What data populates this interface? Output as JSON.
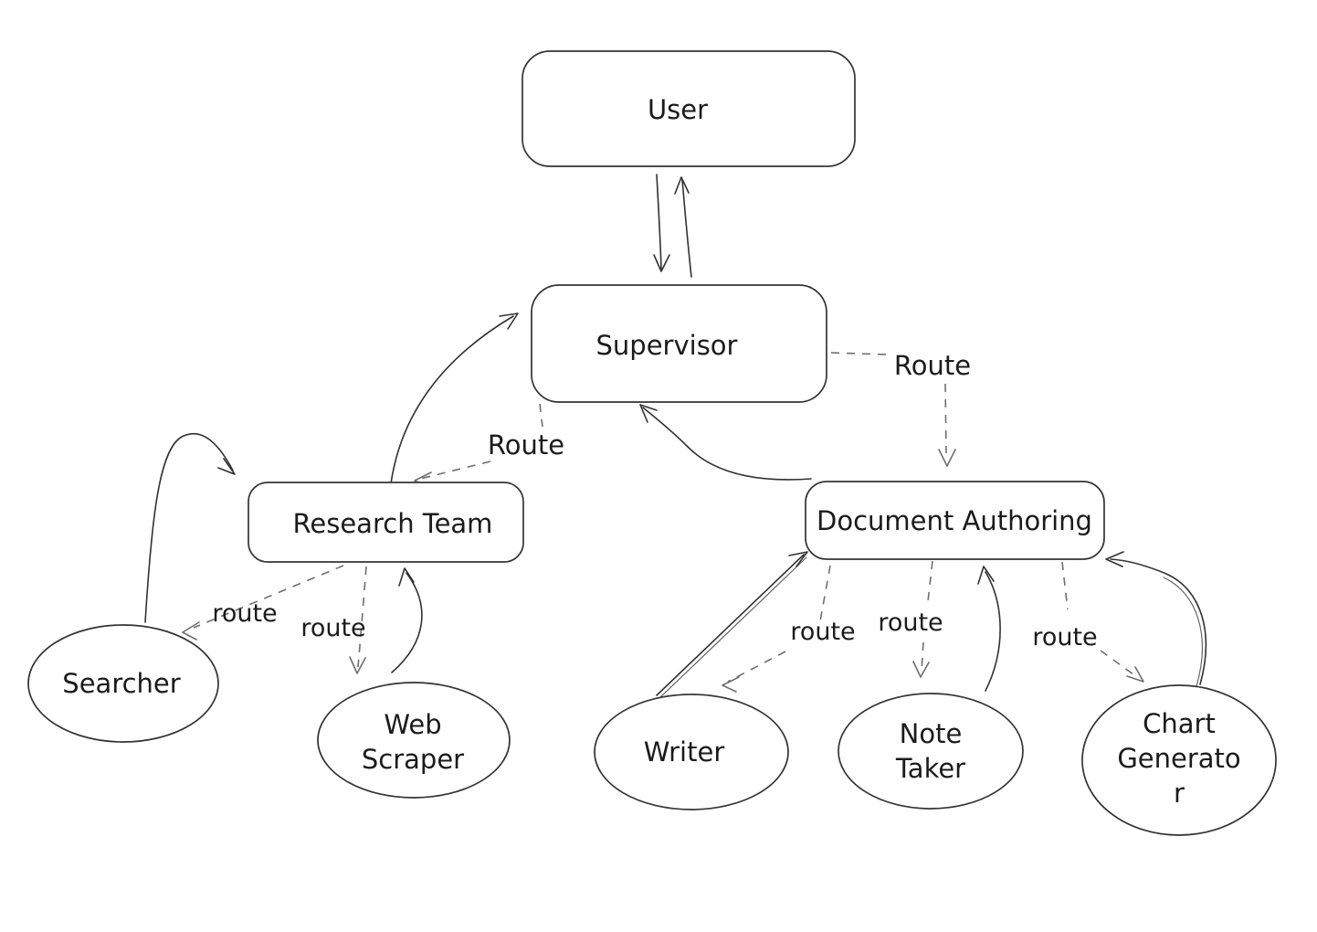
{
  "diagram": {
    "type": "flowchart",
    "style": "hand-drawn whiteboard sketch",
    "background": "#ffffff",
    "stroke_color": "#343434",
    "dashed_color": "#6e6e6e",
    "text_color": "#1b1b1b"
  },
  "nodes": {
    "user": {
      "label": "User",
      "shape": "rounded-rectangle"
    },
    "supervisor": {
      "label": "Supervisor",
      "shape": "rounded-rectangle"
    },
    "research_team": {
      "label": "Research Team",
      "shape": "rounded-rectangle"
    },
    "document_authoring": {
      "label": "Document Authoring",
      "shape": "rounded-rectangle"
    },
    "searcher": {
      "label": "Searcher",
      "shape": "ellipse"
    },
    "web_scraper": {
      "label": "Web Scraper",
      "lines": [
        "Web",
        "Scraper"
      ],
      "shape": "ellipse"
    },
    "writer": {
      "label": "Writer",
      "shape": "ellipse"
    },
    "note_taker": {
      "label": "Note Taker",
      "lines": [
        "Note",
        "Taker"
      ],
      "shape": "ellipse"
    },
    "chart_generator": {
      "label": "Chart Generator",
      "lines": [
        "Chart",
        "Generato",
        "r"
      ],
      "shape": "ellipse"
    }
  },
  "edges": [
    {
      "from": "User",
      "to": "Supervisor",
      "style": "solid",
      "label": ""
    },
    {
      "from": "Supervisor",
      "to": "User",
      "style": "solid",
      "label": ""
    },
    {
      "from": "Research Team",
      "to": "Supervisor",
      "style": "solid",
      "label": ""
    },
    {
      "from": "Supervisor",
      "to": "Research Team",
      "style": "dashed",
      "label": "Route"
    },
    {
      "from": "Supervisor",
      "to": "Document Authoring",
      "style": "dashed",
      "label": "Route"
    },
    {
      "from": "Document Authoring",
      "to": "Supervisor",
      "style": "solid",
      "label": ""
    },
    {
      "from": "Research Team",
      "to": "Searcher",
      "style": "dashed",
      "label": "route"
    },
    {
      "from": "Searcher",
      "to": "Research Team",
      "style": "solid",
      "label": ""
    },
    {
      "from": "Research Team",
      "to": "Web Scraper",
      "style": "dashed",
      "label": "route"
    },
    {
      "from": "Web Scraper",
      "to": "Research Team",
      "style": "solid",
      "label": ""
    },
    {
      "from": "Document Authoring",
      "to": "Writer",
      "style": "dashed",
      "label": "route"
    },
    {
      "from": "Writer",
      "to": "Document Authoring",
      "style": "solid",
      "label": ""
    },
    {
      "from": "Document Authoring",
      "to": "Note Taker",
      "style": "dashed",
      "label": "route"
    },
    {
      "from": "Note Taker",
      "to": "Document Authoring",
      "style": "solid",
      "label": ""
    },
    {
      "from": "Document Authoring",
      "to": "Chart Generator",
      "style": "dashed",
      "label": "route"
    },
    {
      "from": "Chart Generator",
      "to": "Document Authoring",
      "style": "solid",
      "label": ""
    }
  ]
}
